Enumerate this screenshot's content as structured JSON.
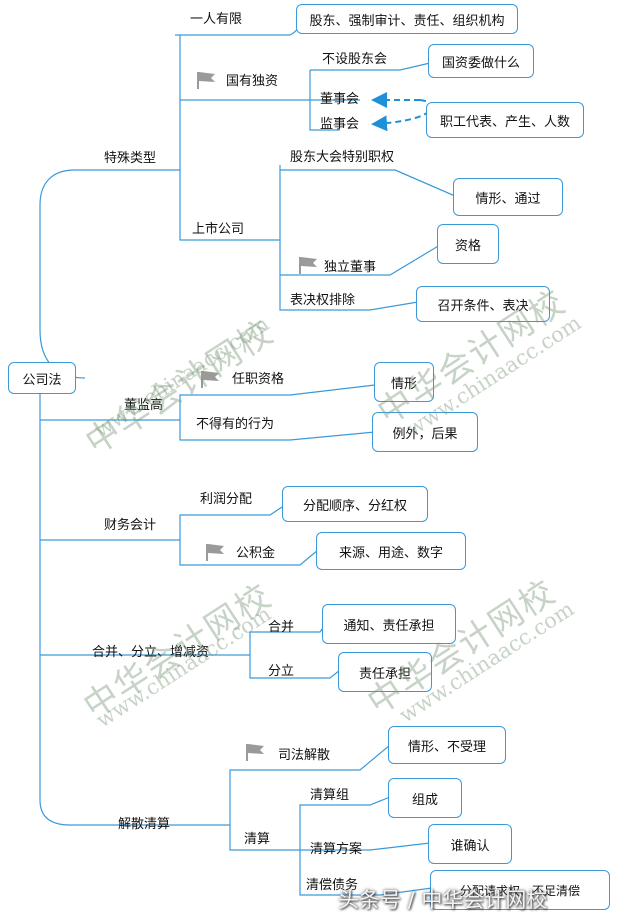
{
  "root": "公司法",
  "special": {
    "label": "特殊类型",
    "one_person": {
      "label": "一人有限",
      "detail": "股东、强制审计、责任、组织机构"
    },
    "state_owned": {
      "label": "国有独资",
      "no_shareholders": "不设股东会",
      "sasac": "国资委做什么",
      "board": "董事会",
      "supervisors": "监事会",
      "rep": "职工代表、产生、人数"
    },
    "listed": {
      "label": "上市公司",
      "special_power": "股东大会特别职权",
      "cases": "情形、通过",
      "independent": "独立董事",
      "qualification": "资格",
      "vote_exclusion": "表决权排除",
      "convene": "召开条件、表决"
    }
  },
  "dvs": {
    "label": "董监高",
    "eligibility": "任职资格",
    "eligibility_detail": "情形",
    "misconduct": "不得有的行为",
    "misconduct_detail": "例外，后果"
  },
  "finance": {
    "label": "财务会计",
    "profit": "利润分配",
    "profit_detail": "分配顺序、分红权",
    "reserve": "公积金",
    "reserve_detail": "来源、用途、数字"
  },
  "merge": {
    "label": "合并、分立、增减资",
    "merger": "合并",
    "merger_detail": "通知、责任承担",
    "split": "分立",
    "split_detail": "责任承担"
  },
  "dissolve": {
    "label": "解散清算",
    "judicial": "司法解散",
    "judicial_detail": "情形、不受理",
    "liquidation": "清算",
    "group": "清算组",
    "group_detail": "组成",
    "plan": "清算方案",
    "plan_detail": "谁确认",
    "debt": "清偿债务",
    "debt_detail": "分配请求权、不足清偿"
  },
  "watermark": {
    "cn": "中华会计网校",
    "url": "www.chinaacc.com"
  },
  "footer": "头条号 / 中华会计网校",
  "colors": {
    "line": "#3a9ad9",
    "dashed_arrow": "#1e90d8",
    "flag": "#9a9a9a"
  }
}
